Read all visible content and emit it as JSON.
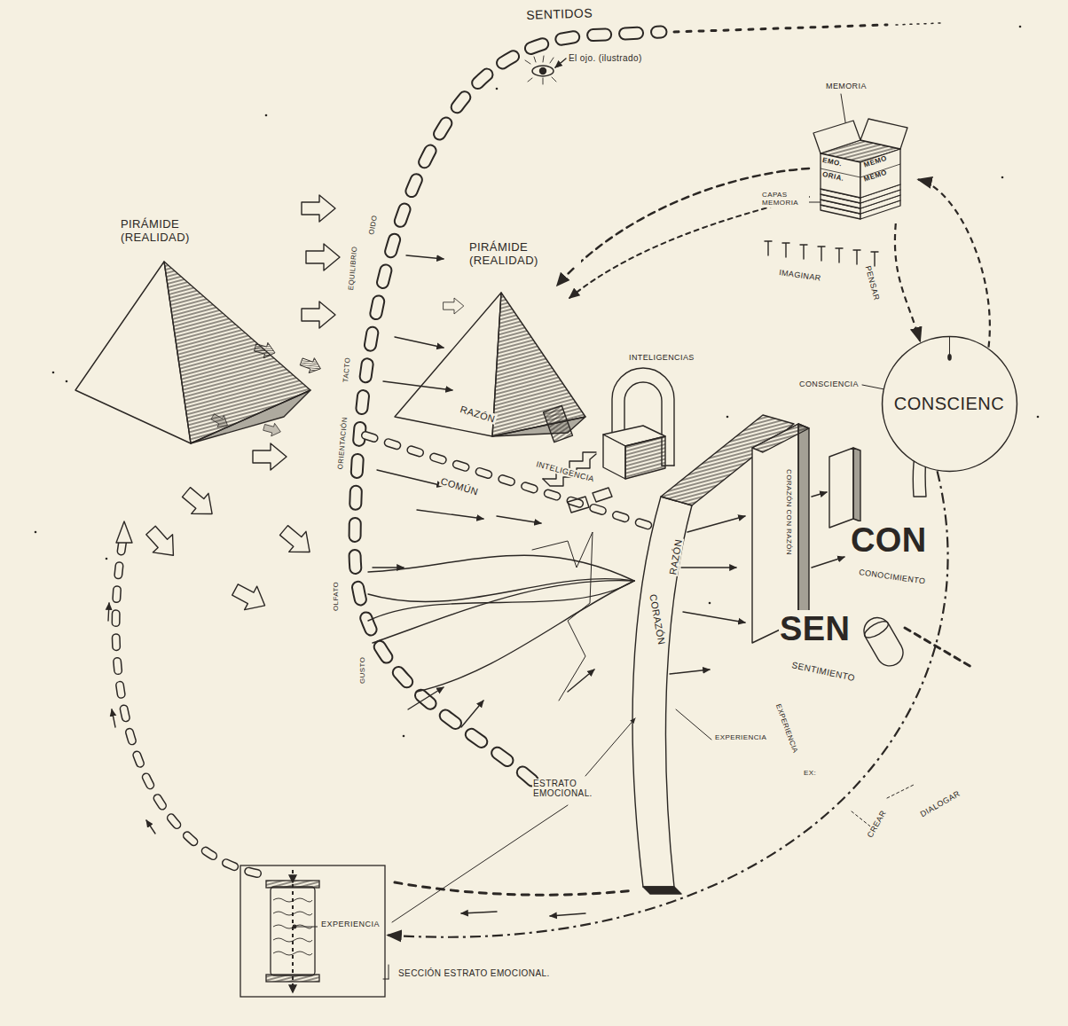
{
  "diagram": {
    "nodes": [
      {
        "text": [
          "EMO.",
          "MEMO",
          "ORIA.",
          "MEMO"
        ]
      },
      {
        "text": [
          "CONSCIENC"
        ]
      },
      {
        "text": [
          "EXPERIENCIA"
        ]
      }
    ],
    "edges": [
      {
        "from": 0,
        "to": 1,
        "arrow": "to",
        "label": "PENSAR"
      },
      {
        "from": 1,
        "to": 0,
        "arrow": "to"
      },
      {
        "from": 1,
        "to": 2,
        "arrow": "to"
      }
    ],
    "labels": [
      "SENTIDOS",
      "El ojo. (ilustrado)",
      "MEMORIA",
      "CAPAS MEMORIA",
      "IMAGINAR",
      "PIRÁMIDE (REALIDAD)",
      "PIRÁMIDE (REALIDAD)",
      "INTELIGENCIAS",
      "INTELIGENCIA",
      "CONSCIENCIA",
      "EQUILIBRIO",
      "OIDO",
      "TACTO",
      "ORIENTACIÓN",
      "OLFATO",
      "GUSTO",
      "RAZÓN",
      "COMÚN",
      "RAZÓN",
      "CORAZÓN",
      "CORAZÓN CON RAZÓN",
      "CON",
      "CONOCIMIENTO",
      "SEN",
      "SENTIMIENTO",
      "EXPERIENCIA",
      "EXPERIENCIA",
      "EX:",
      "DIALOGAR",
      "CREAR",
      "ESTRATO EMOCIONAL.",
      "SECCIÓN ESTRATO EMOCIONAL."
    ]
  }
}
